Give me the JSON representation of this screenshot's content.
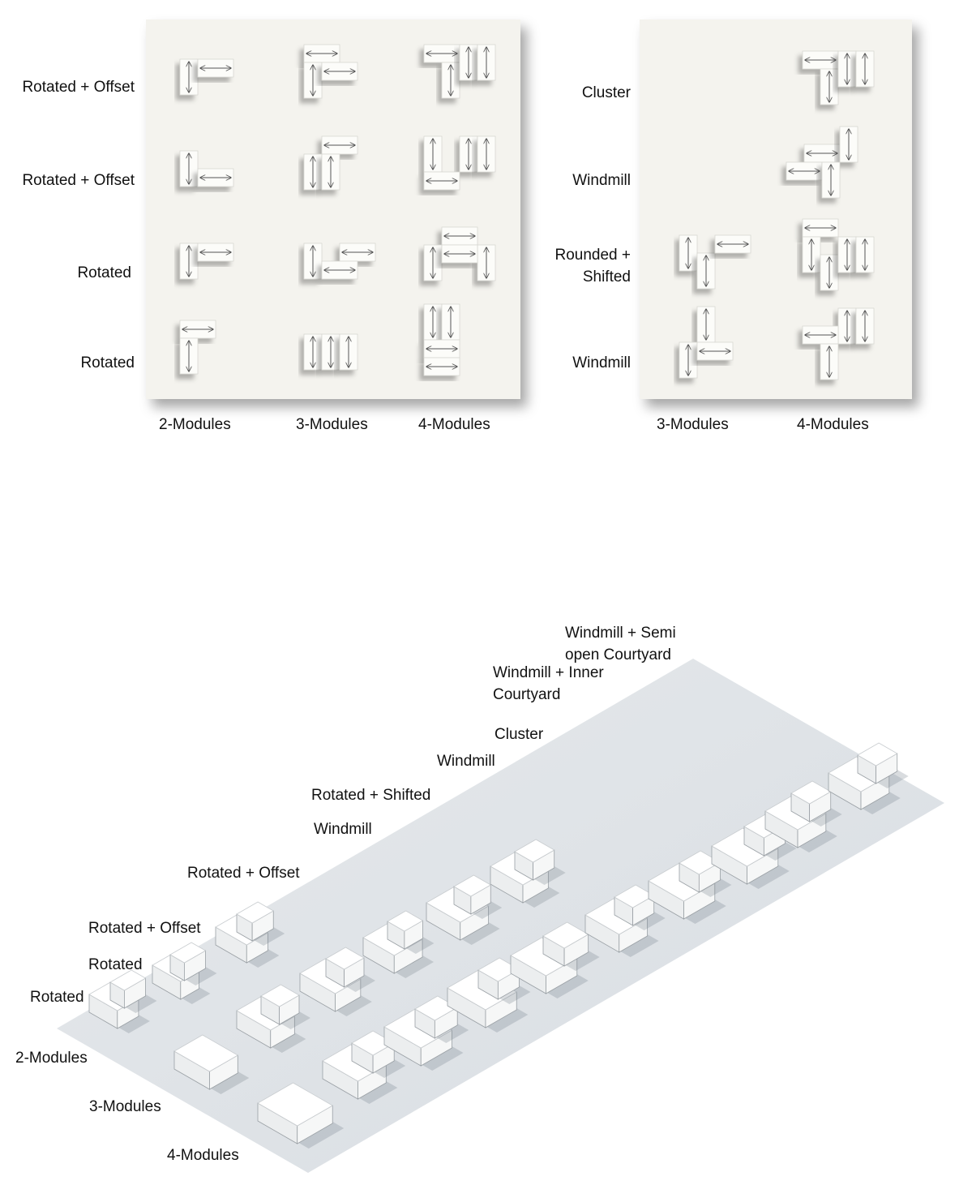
{
  "top_left": {
    "row_labels": [
      "Rotated + Offset",
      "Rotated + Offset",
      "Rotated",
      "Rotated"
    ],
    "col_labels": [
      "2-Modules",
      "3-Modules",
      "4-Modules"
    ]
  },
  "top_right": {
    "row_labels": [
      "Cluster",
      "Windmill",
      "Rounded +\nShifted",
      "Windmill"
    ],
    "col_labels": [
      "3-Modules",
      "4-Modules"
    ]
  },
  "axo": {
    "type_labels": [
      "Windmill + Semi\nopen Courtyard",
      "Windmill + Inner\nCourtyard",
      "Cluster",
      "Windmill",
      "Rotated + Shifted",
      "Windmill",
      "Rotated + Offset",
      "Rotated + Offset",
      "Rotated",
      "Rotated"
    ],
    "module_labels": [
      "2-Modules",
      "3-Modules",
      "4-Modules"
    ]
  },
  "colors": {
    "panel": "#f4f3ee",
    "ground": "#dde2e6",
    "block": "#ffffff",
    "line": "#555555"
  }
}
